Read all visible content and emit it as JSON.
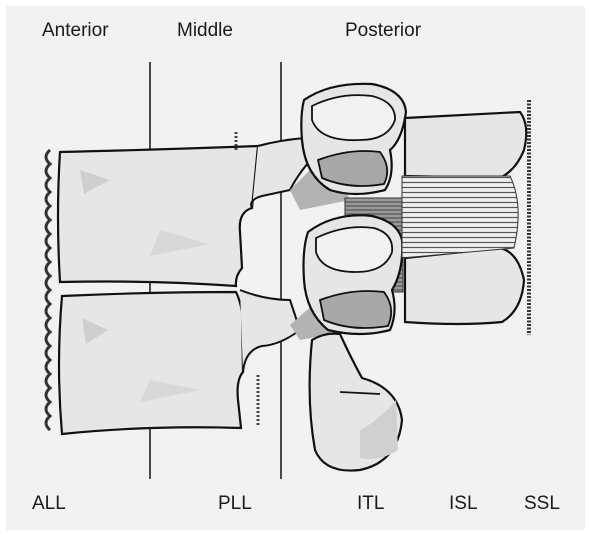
{
  "columns": {
    "anterior": "Anterior",
    "middle": "Middle",
    "posterior": "Posterior"
  },
  "ligaments": {
    "all": "ALL",
    "pll": "PLL",
    "itl": "ITL",
    "isl": "ISL",
    "ssl": "SSL"
  },
  "colors": {
    "background": "#ffffff",
    "panel": "#f1f1f1",
    "bone_fill": "#e6e6e6",
    "facet_shade": "#b3b3b3",
    "ligament_shade": "#8a8a8a",
    "outline": "#111111"
  }
}
